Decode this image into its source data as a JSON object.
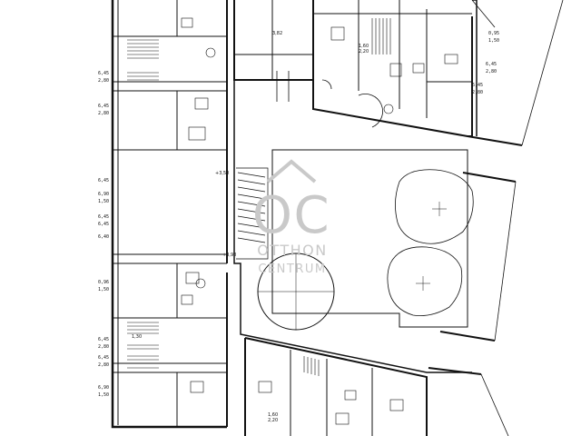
{
  "watermark": {
    "monogram": "OC",
    "line1": "OTTHON",
    "line2": "CENTRUM",
    "color": "#c9c9c9"
  },
  "dimensions_left": [
    "6,45",
    "2,80",
    "6,45",
    "2,80",
    "6,45",
    "6,90",
    "1,50",
    "6,45",
    "6,45",
    "6,40",
    "0,96",
    "1,50",
    "6,45",
    "2,80",
    "6,45",
    "2,80",
    "6,90",
    "1,50"
  ],
  "dimensions_right": [
    "0,95",
    "1,50",
    "6,45",
    "2,80",
    "6,45",
    "2,80"
  ],
  "room_labels": [
    "1,60",
    "2,20",
    "3,82",
    "1,30",
    "+3,98",
    "+3,50",
    "1,60",
    "2,20"
  ],
  "colors": {
    "line": "#111111",
    "background": "#ffffff"
  }
}
